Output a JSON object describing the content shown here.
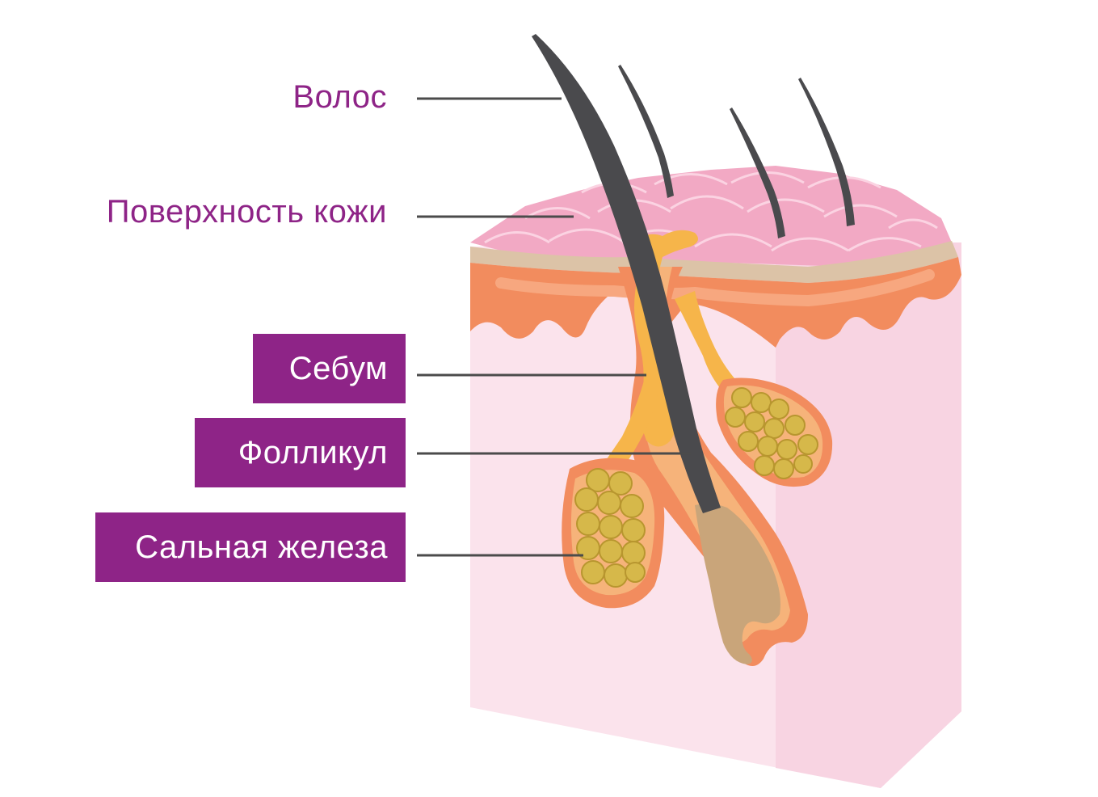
{
  "labels": {
    "hair": "Волос",
    "skin_surface": "Поверхность кожи",
    "sebum": "Себум",
    "follicle": "Фолликул",
    "sebaceous_gland": "Сальная железа"
  },
  "colors": {
    "label_purple": "#8e2487",
    "leader_line": "#4b4b4b",
    "skin_surface": "#f2a9c4",
    "skin_inner": "#fbe3ec",
    "epidermis_layer": "#dcc3a7",
    "dermis_orange": "#f28c5e",
    "sebum_yellow": "#f6b54a",
    "hair_dark": "#4a4a4d",
    "hair_bulb": "#c9a57a",
    "gland_cells": "#d6b84a"
  }
}
